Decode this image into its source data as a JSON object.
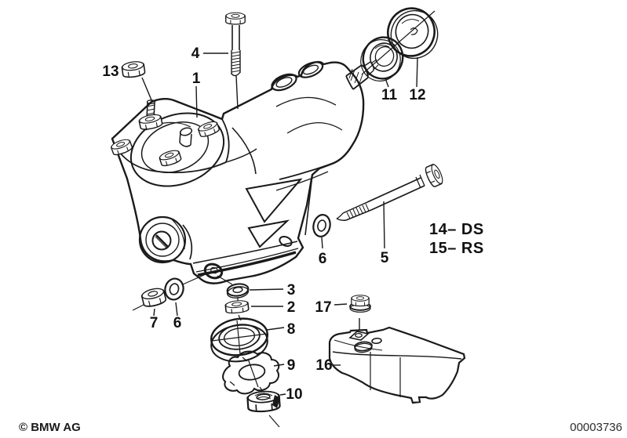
{
  "diagram": {
    "type": "parts-diagram",
    "callouts": {
      "n1": "1",
      "n2": "2",
      "n3": "3",
      "n4": "4",
      "n5": "5",
      "n6a": "6",
      "n6b": "6",
      "n7": "7",
      "n8": "8",
      "n9": "9",
      "n10": "10",
      "n11": "11",
      "n12": "12",
      "n13": "13",
      "n14_ds": "14– DS",
      "n15_rs": "15– RS",
      "n16": "16",
      "n17": "17"
    },
    "colors": {
      "line": "#1a1a1a",
      "background": "#ffffff"
    }
  },
  "footer": {
    "copyright": "© BMW AG",
    "image_number": "00003736"
  }
}
